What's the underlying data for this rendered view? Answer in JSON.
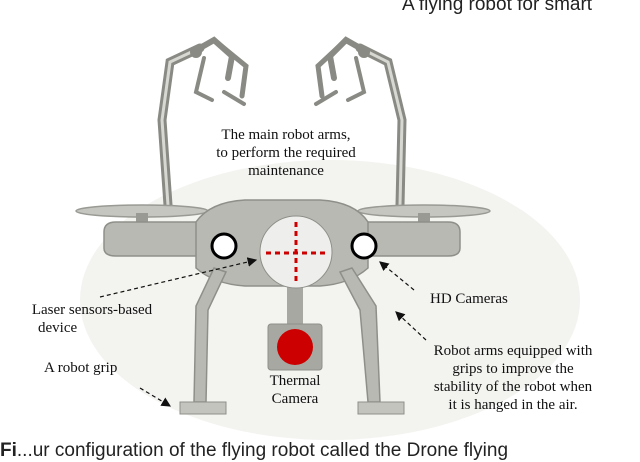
{
  "header": {
    "title": "A flying robot for smart"
  },
  "caption": {
    "prefix": "Fi",
    "rest": "...ur configuration of the flying robot called the Drone flying"
  },
  "labels": {
    "arms_line1": "The main robot arms,",
    "arms_line2": "to perform the required",
    "arms_line3": "maintenance",
    "laser_line1": "Laser sensors-based",
    "laser_line2": "device",
    "hd": "HD Cameras",
    "grip": "A robot grip",
    "thermal_line1": "Thermal",
    "thermal_line2": "Camera",
    "arms_grip_line1": "Robot arms equipped with",
    "arms_grip_line2": "grips to improve the",
    "arms_grip_line3": "stability of the robot when",
    "arms_grip_line4": "it is hanged in the air."
  },
  "colors": {
    "body": "#b9b9b3",
    "body_dark": "#8f8f8a",
    "thermal": "#cc0000",
    "crosshair": "#cc0000",
    "arm": "#9a9a94"
  }
}
